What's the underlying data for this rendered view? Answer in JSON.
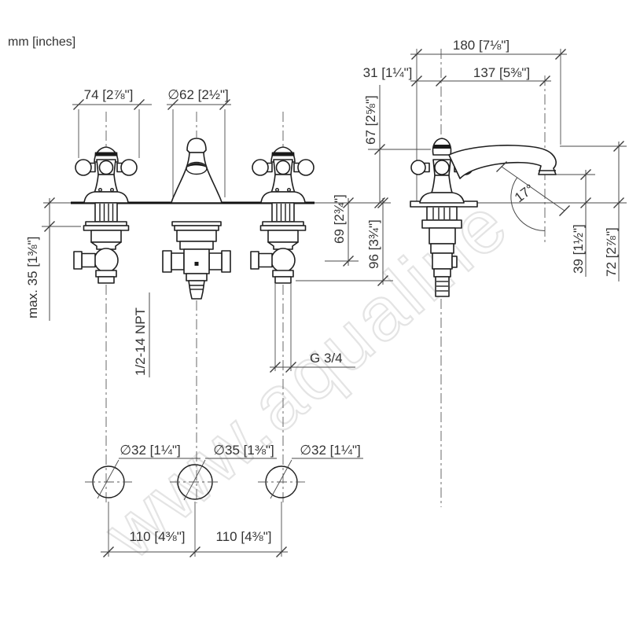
{
  "drawing": {
    "units_label": "mm [inches]",
    "watermark": "www.aqualine",
    "labels": {
      "dim_74": "74 [2⅞\"]",
      "dim_62": "∅62 [2½\"]",
      "dim_180": "180 [7⅛\"]",
      "dim_31": "31 [1¼\"]",
      "dim_137": "137 [5⅜\"]",
      "dim_67": "67 [2⅝\"]",
      "dim_max35": "max. 35 [1⅜\"]",
      "dim_69": "69 [2¾\"]",
      "dim_96": "96 [3¾\"]",
      "dim_39": "39 [1½\"]",
      "dim_72": "72 [2⅞\"]",
      "angle_17": "17°",
      "thread_npt": "1/2-14 NPT",
      "thread_g34": "G 3/4",
      "hole_dia_left": "∅32 [1¼\"]",
      "hole_dia_center": "∅35 [1⅜\"]",
      "hole_dia_right": "∅32 [1¼\"]",
      "hole_spacing_left": "110 [4⅜\"]",
      "hole_spacing_right": "110 [4⅜\"]"
    },
    "colors": {
      "line": "#1f1f1f",
      "dimension": "#4a4a4a",
      "watermark": "#e4e4e4",
      "background": "#ffffff"
    }
  }
}
